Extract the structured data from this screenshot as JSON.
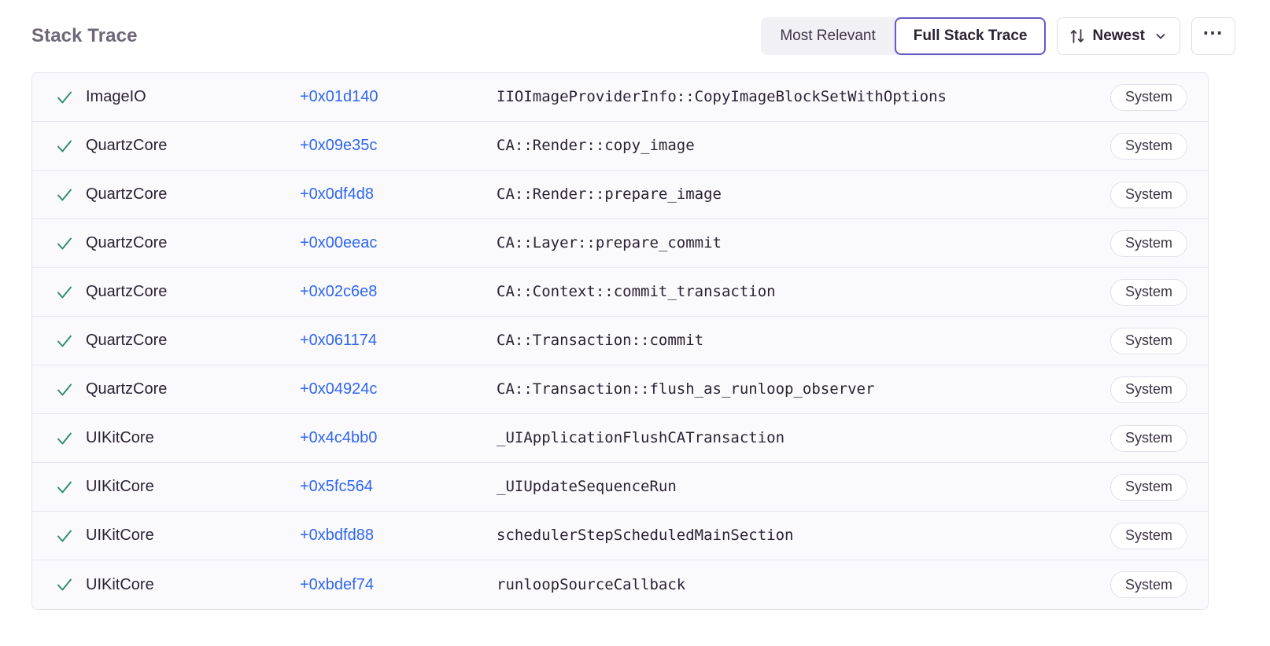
{
  "header": {
    "title": "Stack Trace",
    "segmented": {
      "options": [
        {
          "label": "Most Relevant",
          "active": false
        },
        {
          "label": "Full Stack Trace",
          "active": true
        }
      ]
    },
    "sort_button": {
      "label": "Newest",
      "sort_icon": "sort-updown-icon",
      "chevron_icon": "chevron-down-icon"
    },
    "more_button": {
      "label": "…",
      "icon": "ellipsis-horizontal-icon"
    }
  },
  "colors": {
    "accent_purple": "#6559c5",
    "link_blue": "#2f65f0",
    "check_green": "#2e8b6f",
    "title_gray": "#6d6779",
    "row_bg": "#fafafc",
    "row_divider": "#e8e4ee",
    "card_border": "#e5e1ea",
    "segmented_bg": "#f1f0f5"
  },
  "stack_trace": {
    "columns": [
      "status",
      "module",
      "offset",
      "symbol",
      "source"
    ],
    "frames": [
      {
        "status_icon": "check-icon",
        "module": "ImageIO",
        "offset": "+0x01d140",
        "symbol": "IIOImageProviderInfo::CopyImageBlockSetWithOptions",
        "badge": "System"
      },
      {
        "status_icon": "check-icon",
        "module": "QuartzCore",
        "offset": "+0x09e35c",
        "symbol": "CA::Render::copy_image",
        "badge": "System"
      },
      {
        "status_icon": "check-icon",
        "module": "QuartzCore",
        "offset": "+0x0df4d8",
        "symbol": "CA::Render::prepare_image",
        "badge": "System"
      },
      {
        "status_icon": "check-icon",
        "module": "QuartzCore",
        "offset": "+0x00eeac",
        "symbol": "CA::Layer::prepare_commit",
        "badge": "System"
      },
      {
        "status_icon": "check-icon",
        "module": "QuartzCore",
        "offset": "+0x02c6e8",
        "symbol": "CA::Context::commit_transaction",
        "badge": "System"
      },
      {
        "status_icon": "check-icon",
        "module": "QuartzCore",
        "offset": "+0x061174",
        "symbol": "CA::Transaction::commit",
        "badge": "System"
      },
      {
        "status_icon": "check-icon",
        "module": "QuartzCore",
        "offset": "+0x04924c",
        "symbol": "CA::Transaction::flush_as_runloop_observer",
        "badge": "System"
      },
      {
        "status_icon": "check-icon",
        "module": "UIKitCore",
        "offset": "+0x4c4bb0",
        "symbol": "_UIApplicationFlushCATransaction",
        "badge": "System"
      },
      {
        "status_icon": "check-icon",
        "module": "UIKitCore",
        "offset": "+0x5fc564",
        "symbol": "_UIUpdateSequenceRun",
        "badge": "System"
      },
      {
        "status_icon": "check-icon",
        "module": "UIKitCore",
        "offset": "+0xbdfd88",
        "symbol": "schedulerStepScheduledMainSection",
        "badge": "System"
      },
      {
        "status_icon": "check-icon",
        "module": "UIKitCore",
        "offset": "+0xbdef74",
        "symbol": "runloopSourceCallback",
        "badge": "System"
      }
    ]
  }
}
